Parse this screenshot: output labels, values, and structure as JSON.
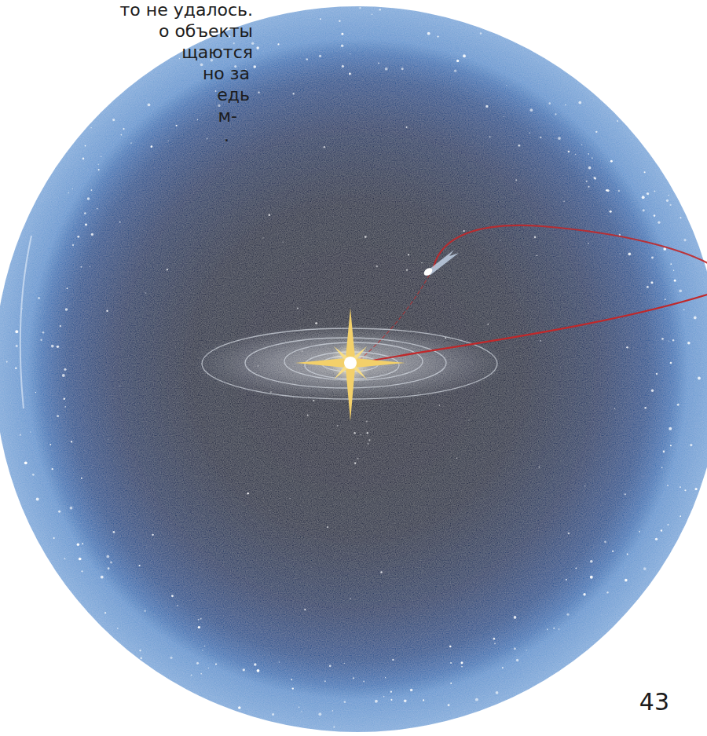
{
  "diagram": {
    "labels": [
      "то не удалось.",
      "о объекты",
      "щаются",
      "но за",
      "едь",
      "м-",
      ".",
      "43"
    ]
  }
}
